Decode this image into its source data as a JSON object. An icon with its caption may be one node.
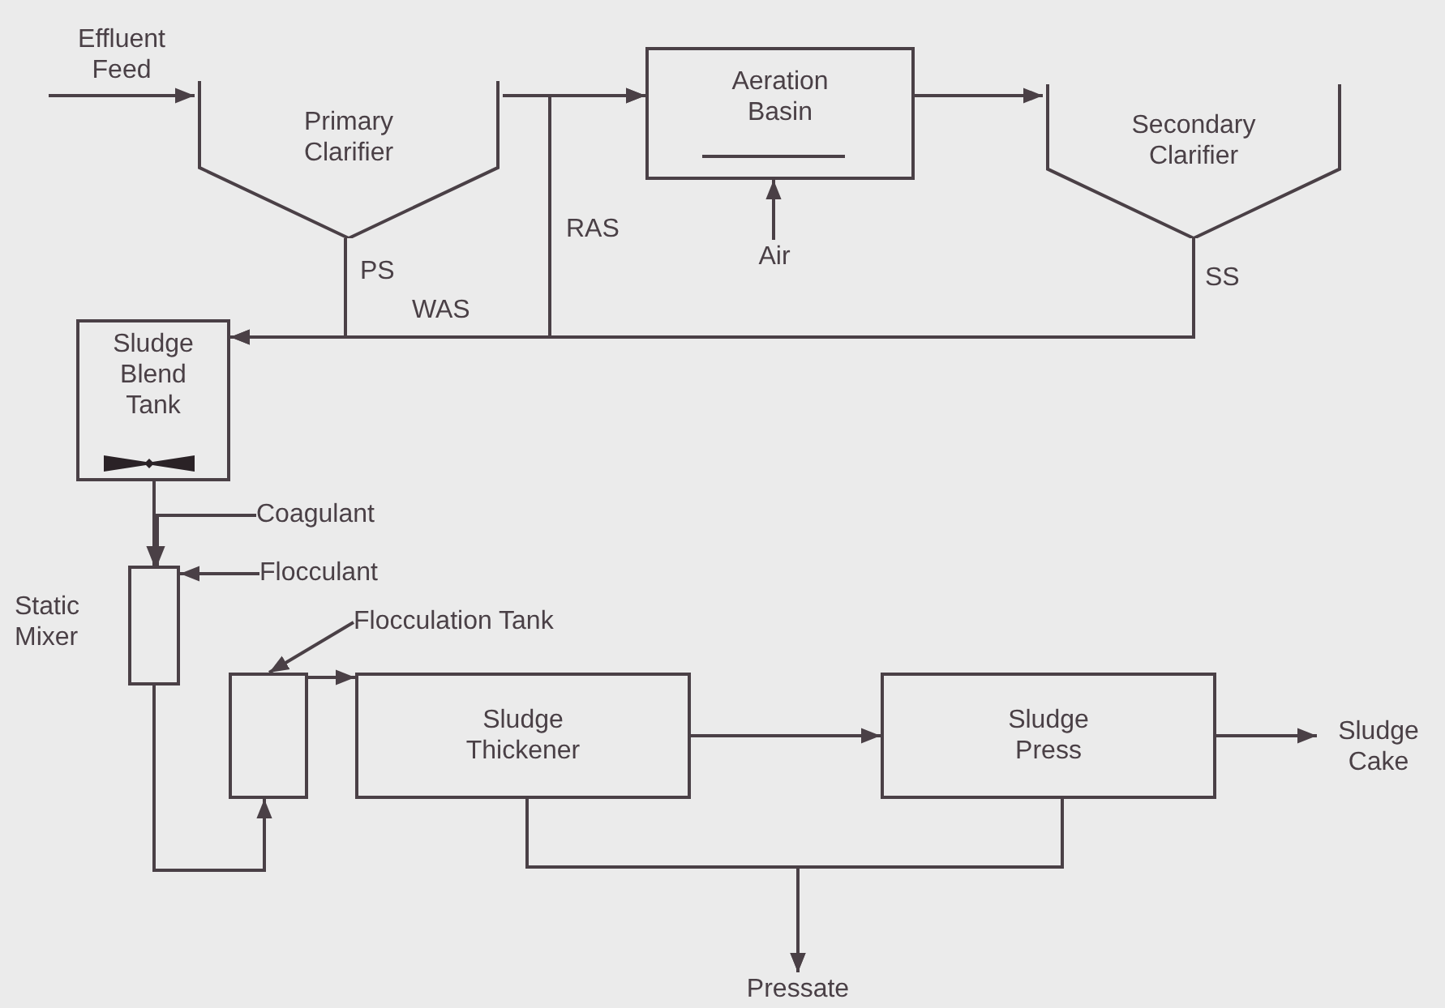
{
  "diagram": {
    "nodes": [
      {
        "text": [
          "Effluent Feed"
        ]
      },
      {
        "text": [
          "Primary Clarifier"
        ]
      },
      {
        "text": [
          "Aeration Basin"
        ]
      },
      {
        "text": [
          "Secondary Clarifier"
        ]
      },
      {
        "text": [
          "Air"
        ]
      },
      {
        "text": [
          "Sludge Blend Tank"
        ]
      },
      {
        "text": [
          "Coagulant"
        ]
      },
      {
        "text": [
          "Flocculant"
        ]
      },
      {
        "text": [],
        "shape": "box",
        "beside": [
          "Static Mixer"
        ]
      },
      {
        "text": [],
        "shape": "box"
      },
      {
        "text": [
          "Flocculation Tank"
        ]
      },
      {
        "text": [
          "Sludge Thickener"
        ]
      },
      {
        "text": [
          "Sludge Press"
        ]
      },
      {
        "text": [
          "Sludge Cake"
        ]
      },
      {
        "text": [
          "Pressate"
        ]
      }
    ],
    "edges": [
      {
        "from": 0,
        "to": 1,
        "arrow": "to"
      },
      {
        "from": 1,
        "to": 2,
        "arrow": "to"
      },
      {
        "from": 2,
        "to": 3,
        "arrow": "to"
      },
      {
        "from": 4,
        "to": 2,
        "arrow": "to"
      },
      {
        "from": 1,
        "to": 5,
        "arrow": "to",
        "label": "PS"
      },
      {
        "from": 3,
        "to": 5,
        "arrow": "to",
        "label": "WAS"
      },
      {
        "from": 3,
        "to": 2,
        "arrow": "to",
        "label": "RAS"
      },
      {
        "from": 5,
        "to": 8,
        "arrow": "to"
      },
      {
        "from": 6,
        "to": 8,
        "arrow": "to"
      },
      {
        "from": 7,
        "to": 8,
        "arrow": "to"
      },
      {
        "from": 8,
        "to": 9,
        "arrow": "to"
      },
      {
        "from": 10,
        "to": 9,
        "arrow": "to"
      },
      {
        "from": 9,
        "to": 11,
        "arrow": "to"
      },
      {
        "from": 11,
        "to": 12,
        "arrow": "to"
      },
      {
        "from": 12,
        "to": 13,
        "arrow": "to"
      },
      {
        "from": 11,
        "to": 14,
        "arrow": "to"
      },
      {
        "from": 12,
        "to": 14,
        "arrow": "to"
      }
    ],
    "labels": [
      "SS"
    ]
  }
}
